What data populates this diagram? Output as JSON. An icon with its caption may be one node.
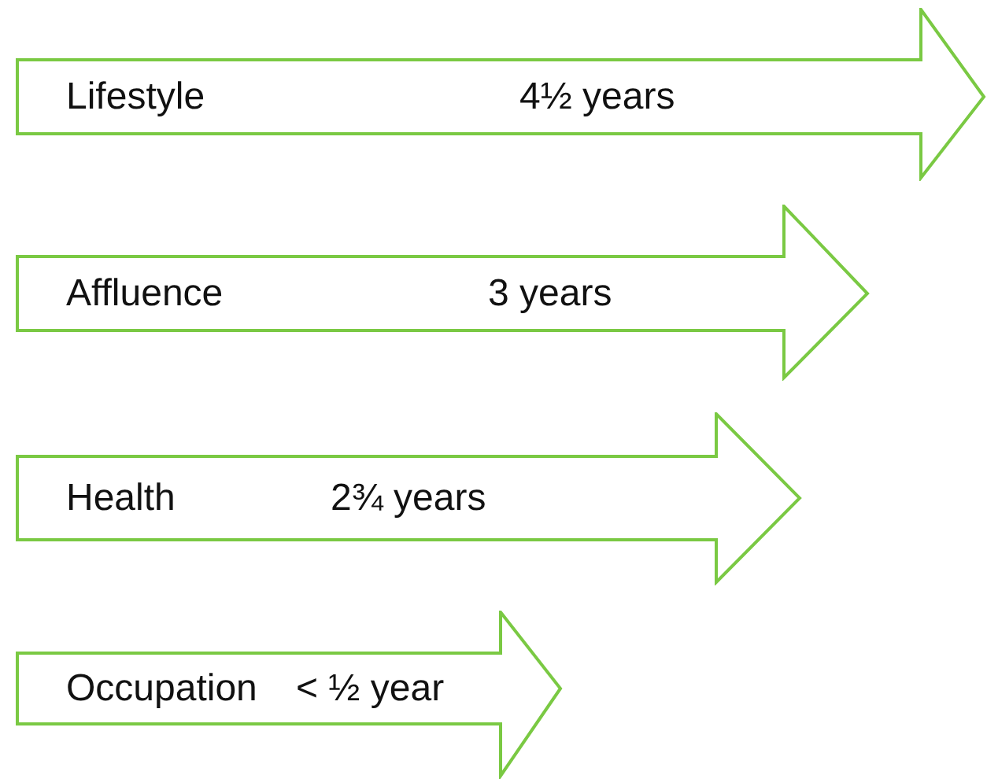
{
  "diagram": {
    "nodes": [
      {
        "text": [
          "Lifestyle",
          "4½ years"
        ]
      },
      {
        "text": [
          "Affluence",
          "3 years"
        ]
      },
      {
        "text": [
          "Health",
          "2¾ years"
        ]
      },
      {
        "text": [
          "Occupation",
          "< ½ year"
        ]
      }
    ]
  }
}
